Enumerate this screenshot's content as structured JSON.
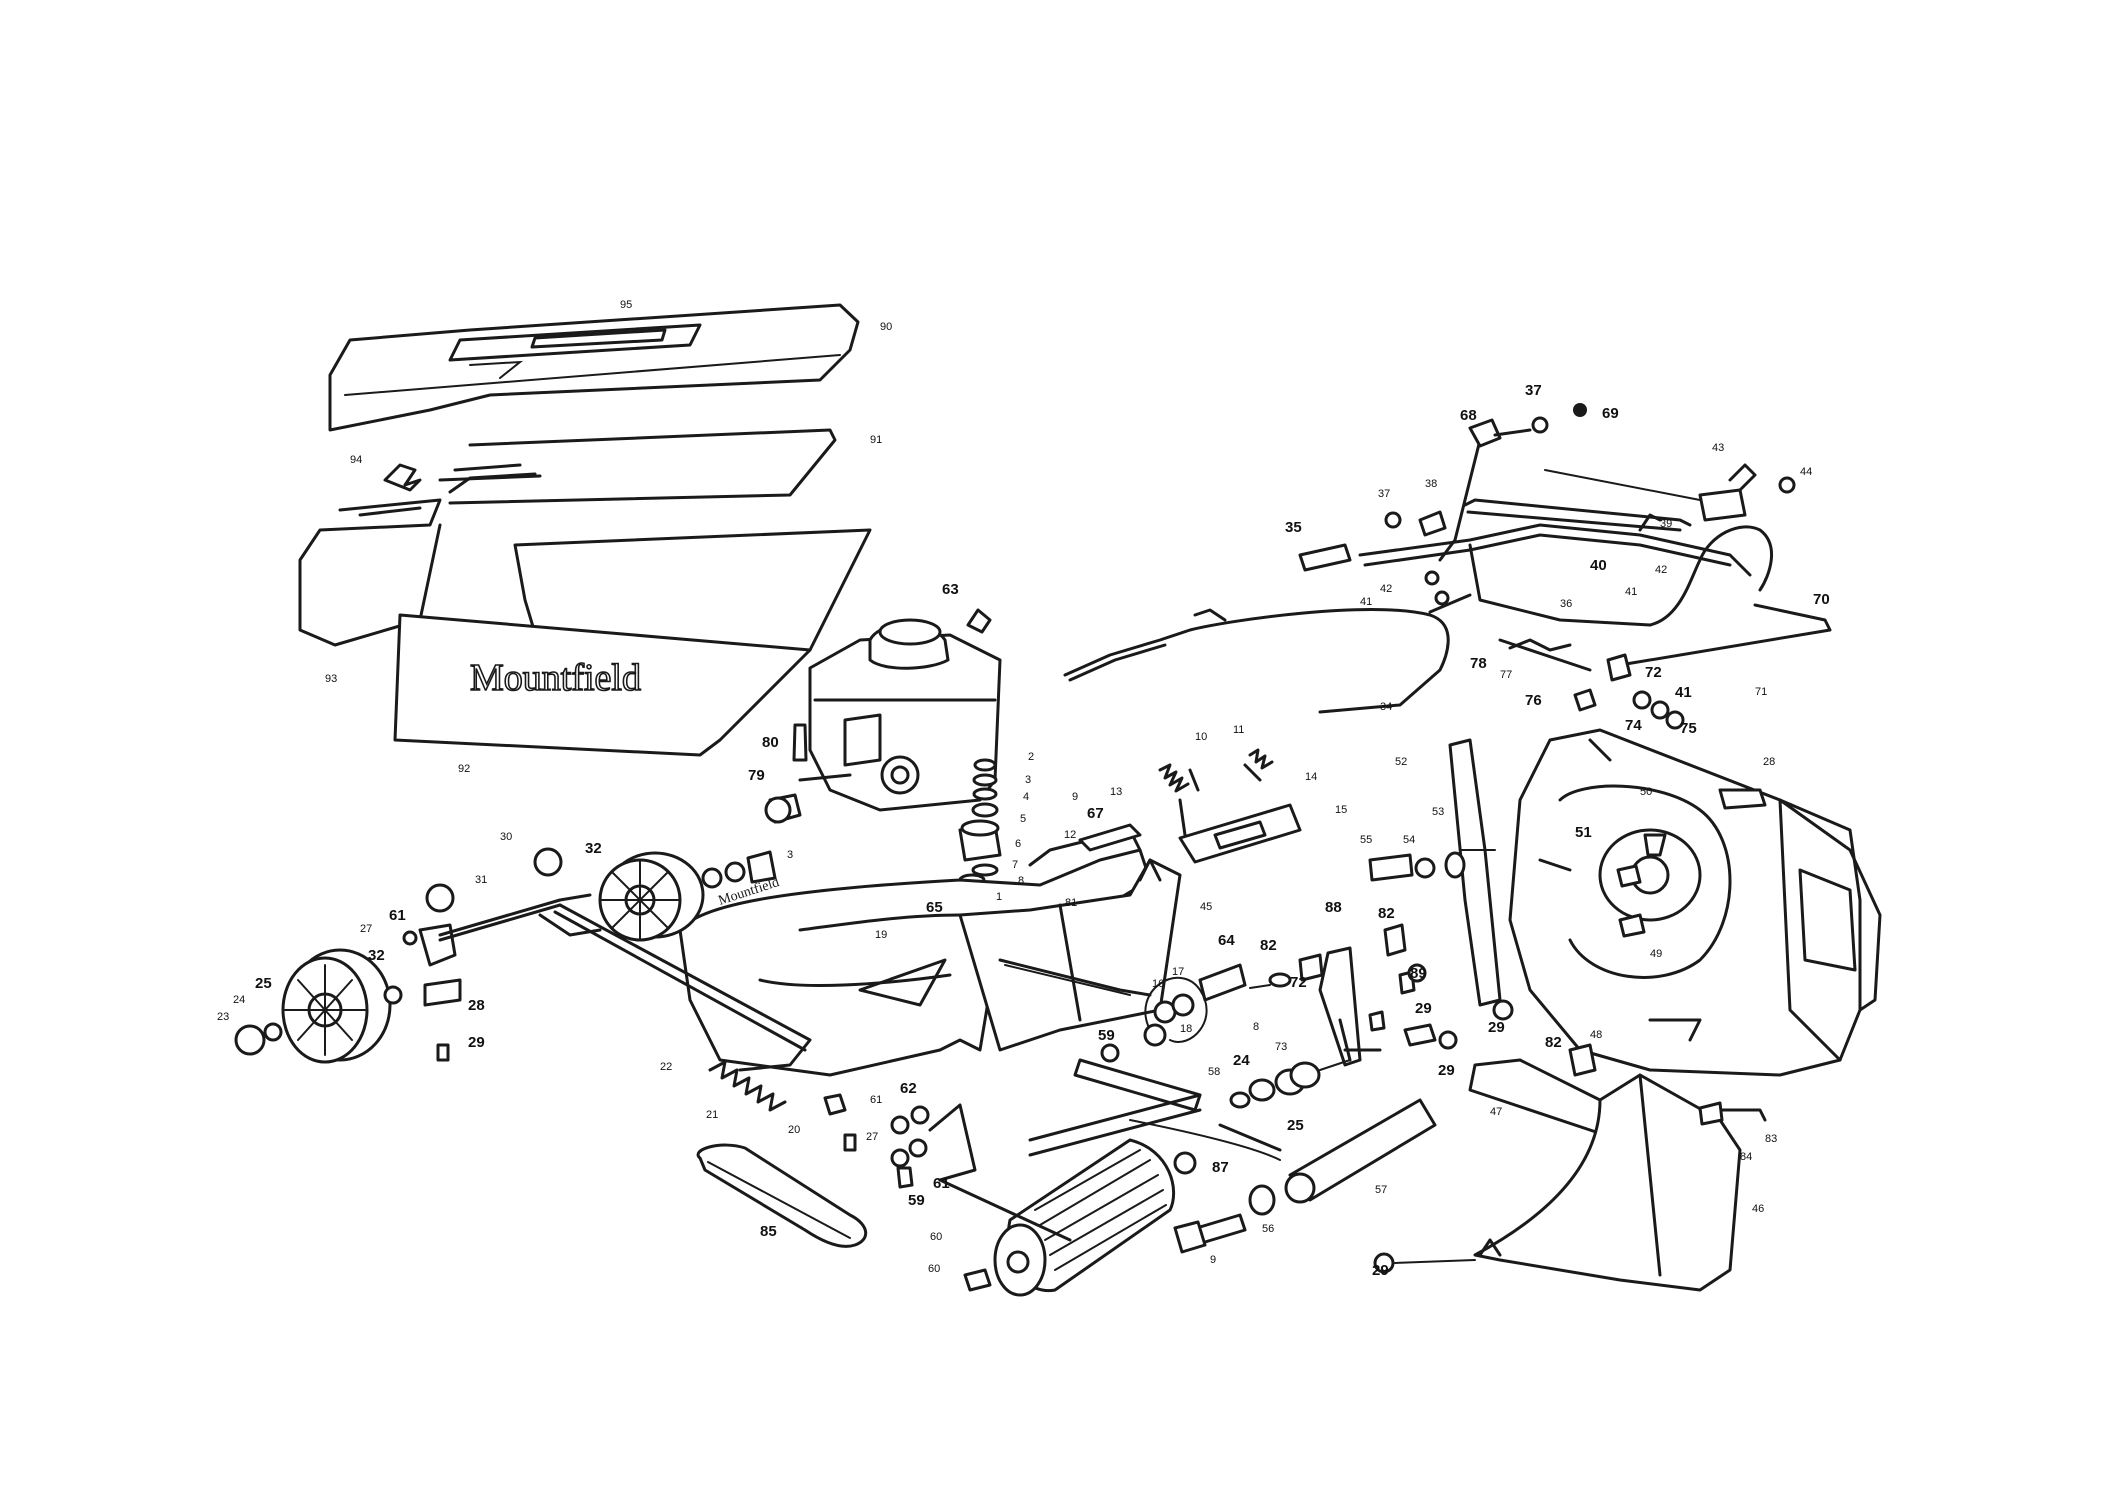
{
  "diagram": {
    "brand_text": "Mountfield",
    "deck_brand_text": "Mountfield",
    "part_labels": [
      "90",
      "95",
      "91",
      "94",
      "93",
      "92",
      "63",
      "80",
      "79",
      "2",
      "3",
      "4",
      "5",
      "6",
      "7",
      "8",
      "1",
      "65",
      "9",
      "13",
      "67",
      "12",
      "81",
      "3",
      "19",
      "10",
      "11",
      "14",
      "15",
      "45",
      "30",
      "32",
      "31",
      "61",
      "27",
      "32",
      "28",
      "29",
      "25",
      "24",
      "23",
      "22",
      "21",
      "20",
      "62",
      "61",
      "27",
      "59",
      "61",
      "85",
      "60",
      "60",
      "64",
      "17",
      "16",
      "18",
      "59",
      "58",
      "87",
      "9",
      "56",
      "57",
      "24",
      "73",
      "25",
      "82",
      "72",
      "8",
      "88",
      "82",
      "89",
      "29",
      "55",
      "54",
      "53",
      "52",
      "68",
      "37",
      "69",
      "37",
      "38",
      "35",
      "42",
      "41",
      "34",
      "78",
      "77",
      "76",
      "72",
      "41",
      "74",
      "75",
      "39",
      "40",
      "42",
      "41",
      "36",
      "43",
      "44",
      "70",
      "71",
      "28",
      "50",
      "51",
      "49",
      "29",
      "82",
      "48",
      "29",
      "47",
      "83",
      "84",
      "46",
      "29"
    ]
  }
}
